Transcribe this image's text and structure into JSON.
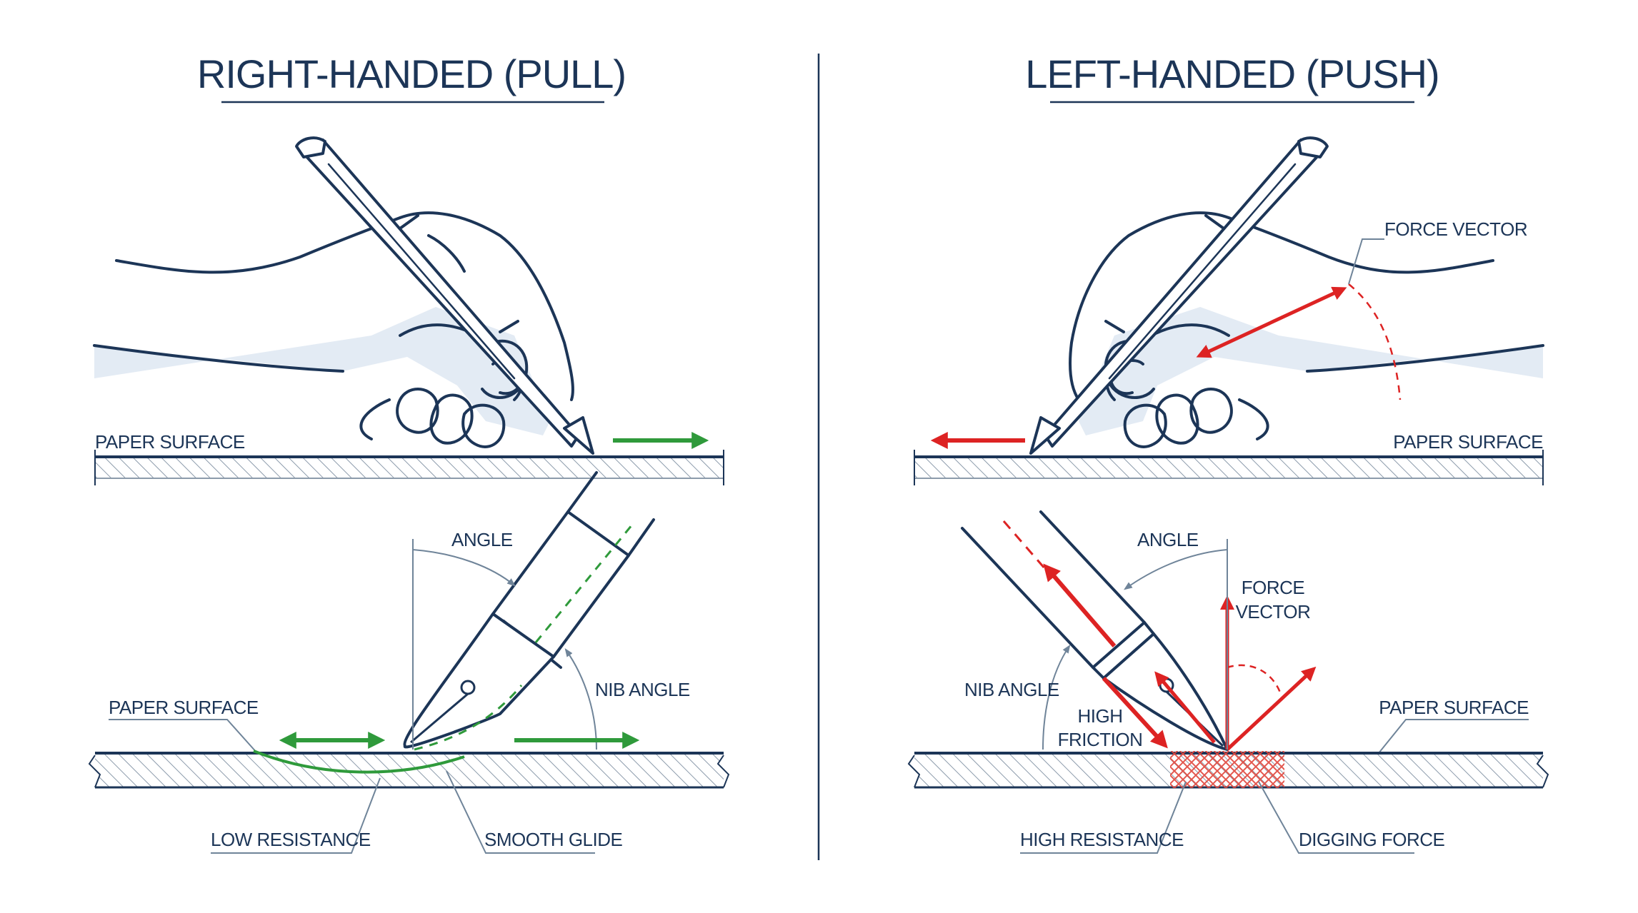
{
  "left_panel": {
    "title": "RIGHT-HANDED (PULL)",
    "top_paper_label": "PAPER SURFACE",
    "angle_label": "ANGLE",
    "nib_angle_label": "NIB ANGLE",
    "paper_label": "PAPER SURFACE",
    "low_resistance_label": "LOW RESISTANCE",
    "smooth_glide_label": "SMOOTH GLIDE"
  },
  "right_panel": {
    "title": "LEFT-HANDED (PUSH)",
    "force_vector_label": "FORCE VECTOR",
    "top_paper_label": "PAPER SURFACE",
    "angle_label": "ANGLE",
    "force_vector_2_line1": "FORCE",
    "force_vector_2_line2": "VECTOR",
    "nib_angle_label": "NIB ANGLE",
    "high_friction_line1": "HIGH",
    "high_friction_line2": "FRICTION",
    "paper_label": "PAPER SURFACE",
    "high_resistance_label": "HIGH RESISTANCE",
    "digging_force_label": "DIGGING FORCE"
  },
  "colors": {
    "ink": "#1c3557",
    "good_motion": "#2f9a3b",
    "bad_motion": "#dd2323",
    "skin": "#e3ebf4"
  }
}
